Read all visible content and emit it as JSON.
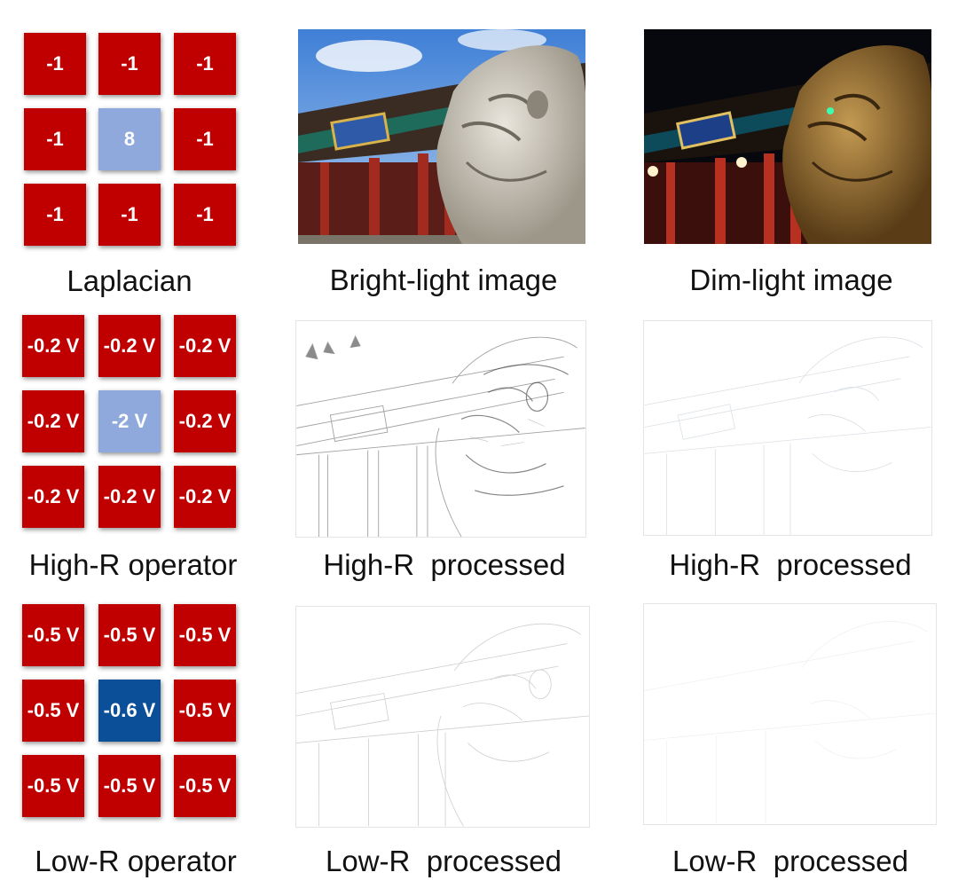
{
  "kernels": {
    "laplacian": {
      "cells": [
        "-1",
        "-1",
        "-1",
        "-1",
        "8",
        "-1",
        "-1",
        "-1",
        "-1"
      ],
      "caption": "Laplacian"
    },
    "high_r": {
      "cells": [
        "-0.2 V",
        "-0.2 V",
        "-0.2 V",
        "-0.2 V",
        "-2 V",
        "-0.2 V",
        "-0.2 V",
        "-0.2 V",
        "-0.2 V"
      ],
      "caption": "High-R operator"
    },
    "low_r": {
      "cells": [
        "-0.5 V",
        "-0.5 V",
        "-0.5 V",
        "-0.5 V",
        "-0.6 V",
        "-0.5 V",
        "-0.5 V",
        "-0.5 V",
        "-0.5 V"
      ],
      "caption": "Low-R operator"
    }
  },
  "images": {
    "bright": {
      "caption": "Bright-light image"
    },
    "dim": {
      "caption": "Dim-light image"
    },
    "high_r_bright": {
      "caption": "High-R  processed"
    },
    "high_r_dim": {
      "caption": "High-R  processed"
    },
    "low_r_bright": {
      "caption": "Low-R  processed"
    },
    "low_r_dim": {
      "caption": "Low-R  processed"
    }
  },
  "colors": {
    "cell_red": "#c00000",
    "center_light_blue": "#8fa9dc",
    "center_dark_blue": "#0b4f99"
  }
}
